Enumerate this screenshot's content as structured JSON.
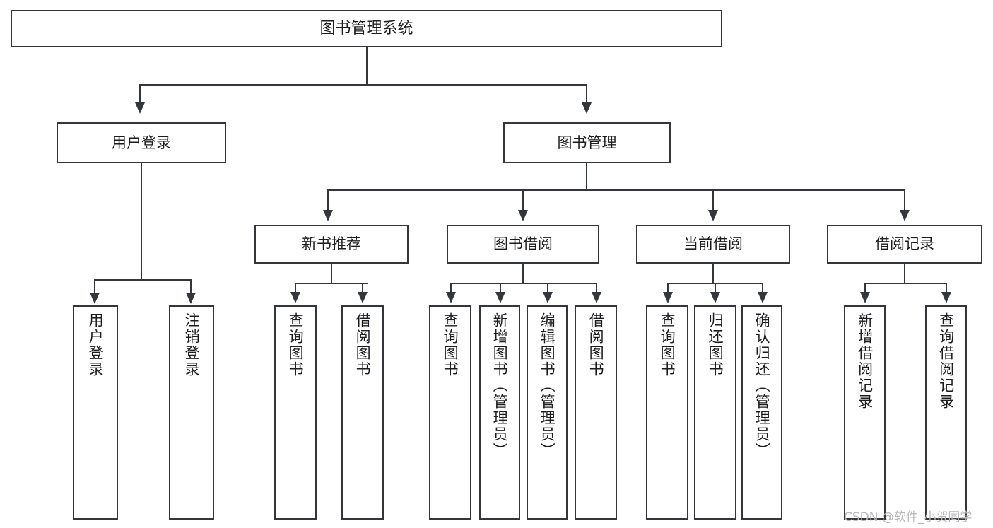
{
  "diagram": {
    "title": "图书管理系统",
    "type": "tree-hierarchy",
    "watermark": "CSDN @软件_小贺同学",
    "colors": {
      "stroke": "#33363a",
      "fill": "#ffffff",
      "text": "#1d1d1f",
      "watermark": "#b9b9bb"
    }
  },
  "nodes": {
    "root": {
      "label": "图书管理系统",
      "level": 1
    },
    "l2": [
      {
        "id": "user-login",
        "label": "用户登录",
        "level": 2
      },
      {
        "id": "book-manage",
        "label": "图书管理",
        "level": 2
      }
    ],
    "l3": [
      {
        "id": "new-book-rec",
        "label": "新书推荐",
        "level": 3,
        "parent": "book-manage"
      },
      {
        "id": "book-borrow",
        "label": "图书借阅",
        "level": 3,
        "parent": "book-manage"
      },
      {
        "id": "current-borrow",
        "label": "当前借阅",
        "level": 3,
        "parent": "book-manage"
      },
      {
        "id": "borrow-record",
        "label": "借阅记录",
        "level": 3,
        "parent": "book-manage"
      }
    ],
    "leaves": {
      "user_login": [
        {
          "id": "leaf-user-login",
          "label": "用户登录"
        },
        {
          "id": "leaf-user-logout",
          "label": "注销登录"
        }
      ],
      "new_book_rec": [
        {
          "id": "leaf-query-book-1",
          "label": "查询图书"
        },
        {
          "id": "leaf-borrow-book-1",
          "label": "借阅图书"
        }
      ],
      "book_borrow": [
        {
          "id": "leaf-query-book-2",
          "label": "查询图书"
        },
        {
          "id": "leaf-add-book",
          "label": "新增图书（管理员）"
        },
        {
          "id": "leaf-edit-book",
          "label": "编辑图书（管理员）"
        },
        {
          "id": "leaf-borrow-book-2",
          "label": "借阅图书"
        }
      ],
      "current_borrow": [
        {
          "id": "leaf-query-book-3",
          "label": "查询图书"
        },
        {
          "id": "leaf-return-book",
          "label": "归还图书"
        },
        {
          "id": "leaf-confirm-return",
          "label": "确认归还（管理员）"
        }
      ],
      "borrow_record": [
        {
          "id": "leaf-add-record",
          "label": "新增借阅记录"
        },
        {
          "id": "leaf-query-record",
          "label": "查询借阅记录"
        }
      ]
    }
  }
}
